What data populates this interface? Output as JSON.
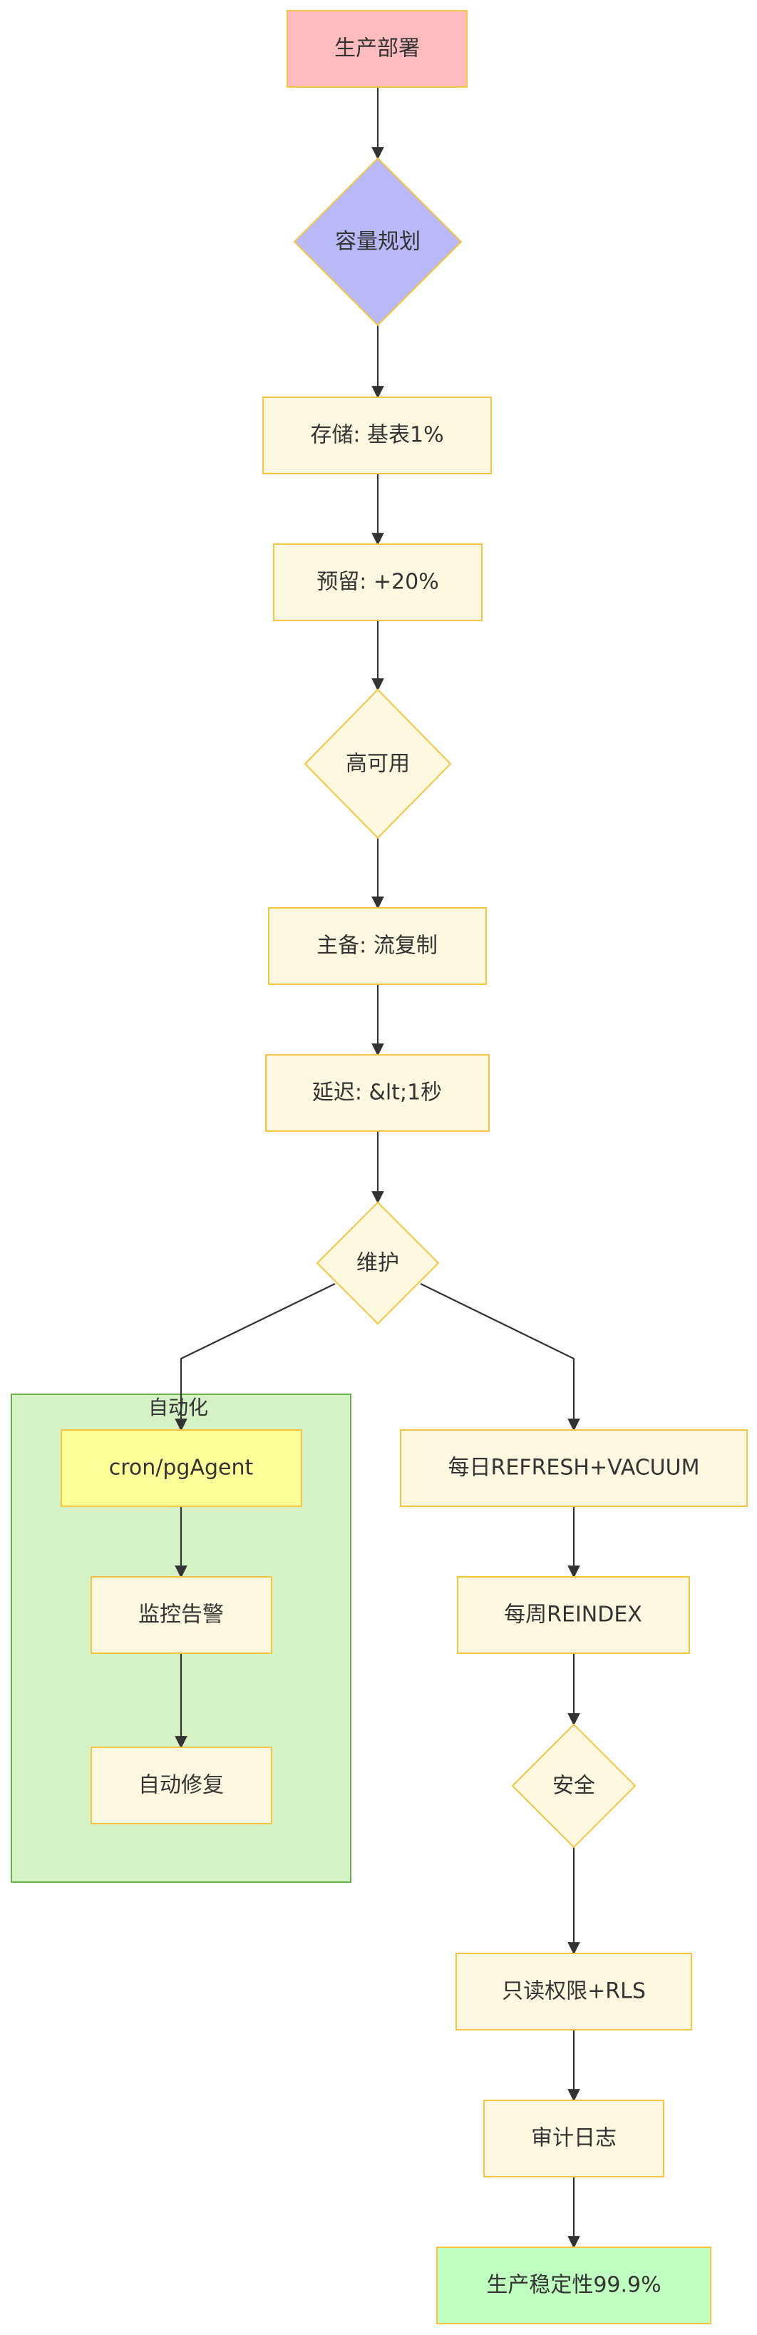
{
  "colors": {
    "default_fill": "#fff8e1",
    "default_stroke": "#f5c542",
    "start_fill": "#ffbcbf",
    "planning_fill": "#b9b9f7",
    "cron_fill": "#ffff99",
    "end_fill": "#bfffbf",
    "group_fill": "#d4f2c6",
    "group_stroke": "#6ab04c",
    "edge": "#333333",
    "text": "#333333"
  },
  "diagram": {
    "group": {
      "label": "自动化"
    },
    "nodes": {
      "deploy": "生产部署",
      "capacity": "容量规划",
      "storage": "存储: 基表1%",
      "reserve": "预留: +20%",
      "ha": "高可用",
      "replication": "主备: 流复制",
      "latency": "延迟: &lt;1秒",
      "maintenance": "维护",
      "cron": "cron/pgAgent",
      "monitor": "监控告警",
      "autofix": "自动修复",
      "daily": "每日REFRESH+VACUUM",
      "weekly": "每周REINDEX",
      "security": "安全",
      "readonly": "只读权限+RLS",
      "audit": "审计日志",
      "stability": "生产稳定性99.9%"
    }
  }
}
